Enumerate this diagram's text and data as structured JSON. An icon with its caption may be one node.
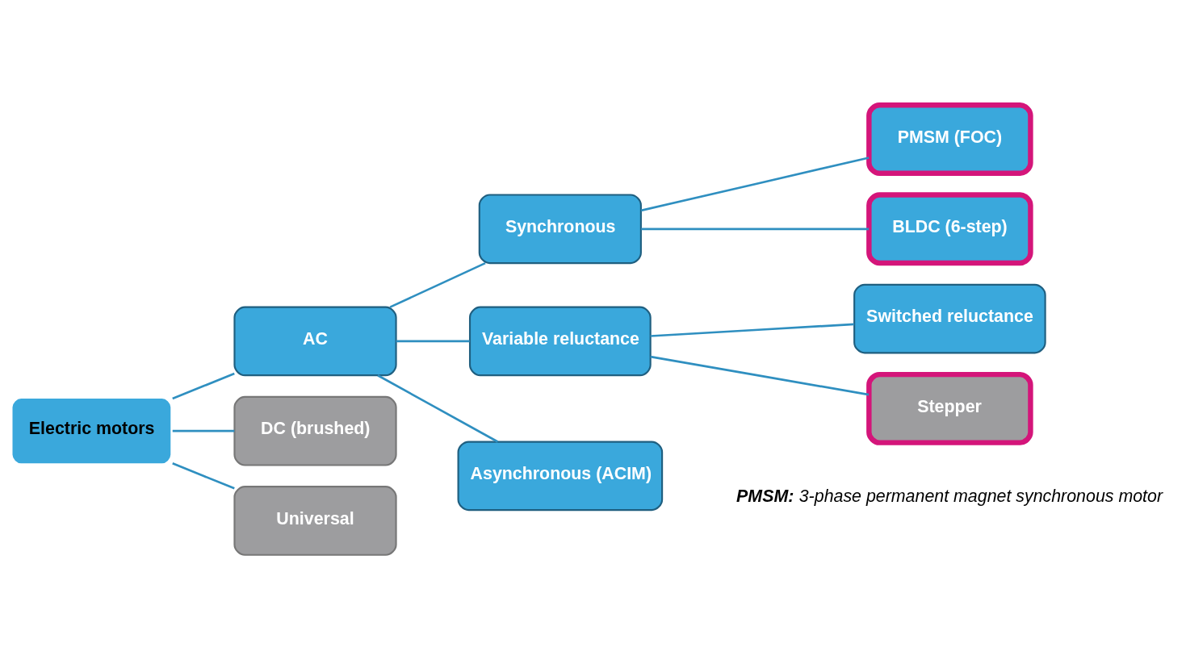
{
  "diagram": {
    "nodes": [
      {
        "text": [
          "Electric motors"
        ]
      },
      {
        "text": [
          "AC"
        ]
      },
      {
        "text": [
          "DC (brushed)"
        ]
      },
      {
        "text": [
          "Universal"
        ]
      },
      {
        "text": [
          "Synchronous"
        ]
      },
      {
        "text": [
          "Variable reluctance"
        ]
      },
      {
        "text": [
          "Asynchronous (ACIM)"
        ]
      },
      {
        "text": [
          "PMSM (FOC)"
        ]
      },
      {
        "text": [
          "BLDC (6-step)"
        ]
      },
      {
        "text": [
          "Switched reluctance"
        ]
      },
      {
        "text": [
          "Stepper"
        ]
      }
    ],
    "edges": [
      {
        "from": 0,
        "to": 1,
        "arrow": "none"
      },
      {
        "from": 0,
        "to": 2,
        "arrow": "none"
      },
      {
        "from": 0,
        "to": 3,
        "arrow": "none"
      },
      {
        "from": 1,
        "to": 4,
        "arrow": "none"
      },
      {
        "from": 1,
        "to": 5,
        "arrow": "none"
      },
      {
        "from": 1,
        "to": 6,
        "arrow": "none"
      },
      {
        "from": 4,
        "to": 7,
        "arrow": "none"
      },
      {
        "from": 4,
        "to": 8,
        "arrow": "none"
      },
      {
        "from": 5,
        "to": 9,
        "arrow": "none"
      },
      {
        "from": 5,
        "to": 10,
        "arrow": "none"
      }
    ],
    "labels": [
      "**PMSM:** 3-phase permanent magnet synchronous motor"
    ]
  }
}
